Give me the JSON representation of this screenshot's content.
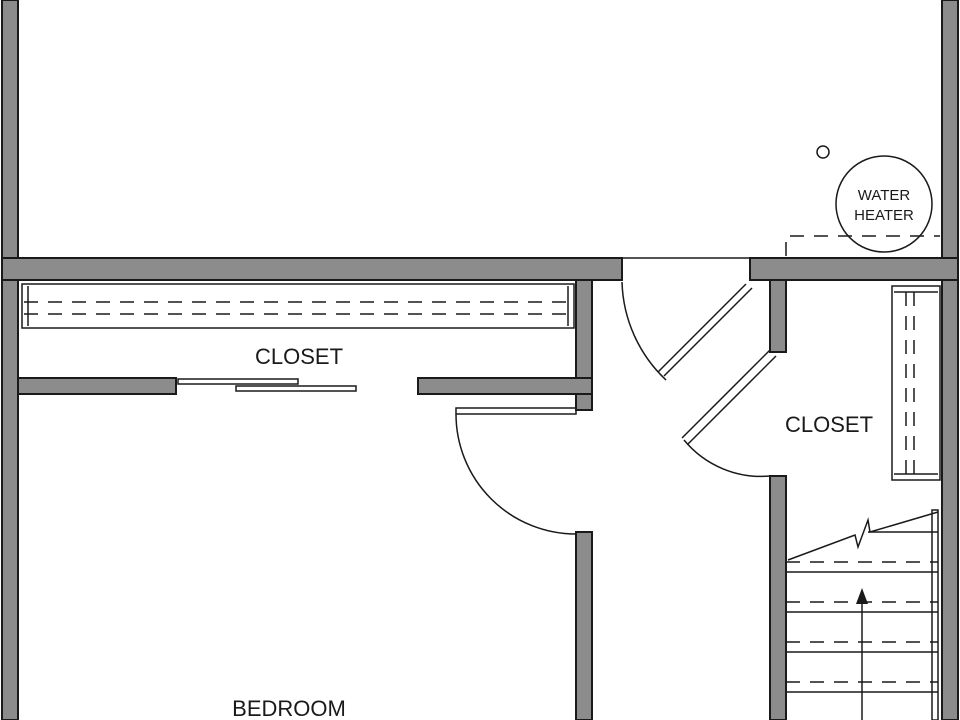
{
  "labels": {
    "water_heater_line1": "WATER",
    "water_heater_line2": "HEATER",
    "closet_top": "CLOSET",
    "closet_right": "CLOSET",
    "bedroom": "BEDROOM"
  },
  "colors": {
    "wall_fill": "#8c8c8c",
    "line": "#1a1a1a",
    "background": "#ffffff"
  }
}
